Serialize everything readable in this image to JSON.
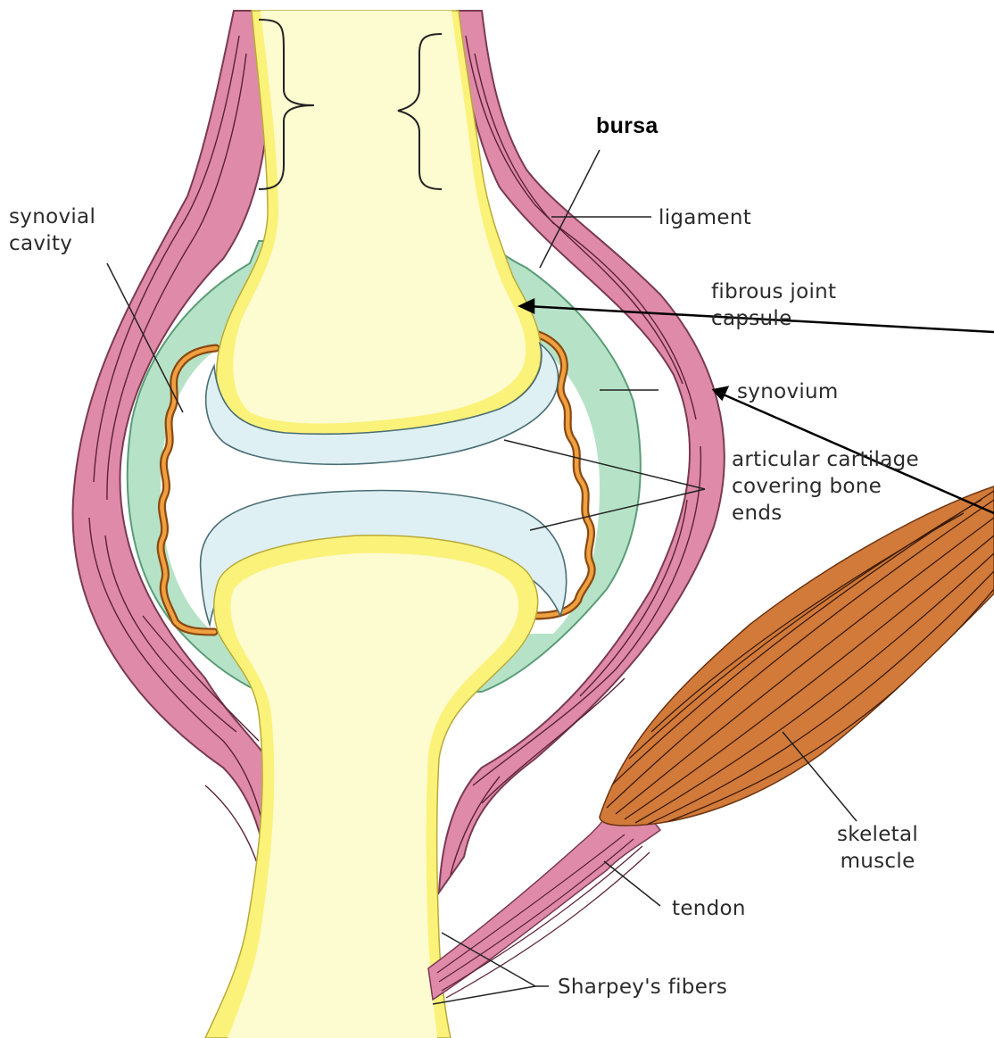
{
  "labels": {
    "bursa": "bursa",
    "ligament": "ligament",
    "synovial_cavity": [
      "synovial",
      "cavity"
    ],
    "fibrous_joint_capsule": [
      "fibrous joint",
      "capsule"
    ],
    "synovium": "synovium",
    "articular_cartilage": [
      "articular cartilage",
      "covering bone",
      "ends"
    ],
    "skeletal_muscle": [
      "skeletal",
      "muscle"
    ],
    "tendon": "tendon",
    "sharpeys_fibers": "Sharpey's fibers"
  },
  "colors": {
    "bone": "#fdfbd0",
    "bone_rim": "#fbf27a",
    "ligament": "#df8aa8",
    "capsule": "#b6e3c7",
    "synovium": "#e0832e",
    "cartilage": "#def0f3",
    "muscle": "#d27a3a",
    "line": "#222222"
  }
}
